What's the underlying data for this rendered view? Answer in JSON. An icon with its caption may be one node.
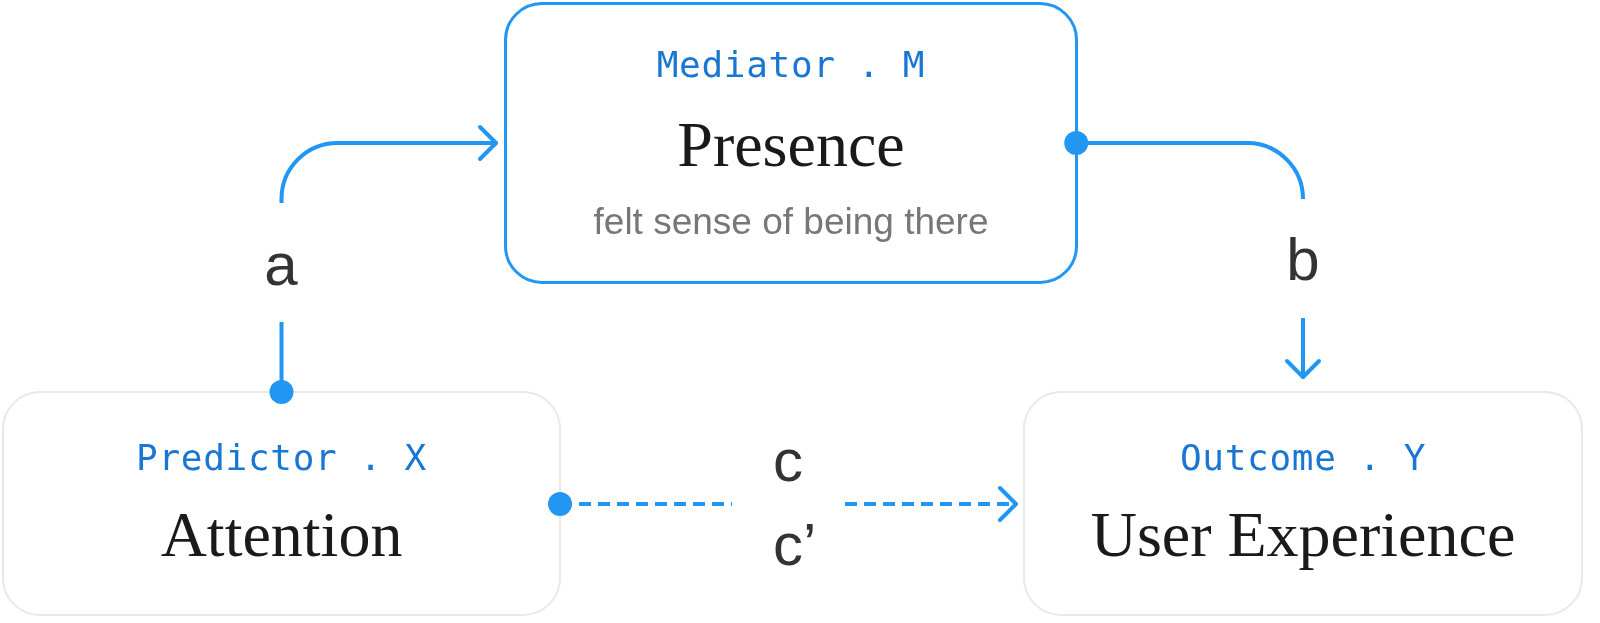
{
  "diagram": {
    "nodes": [
      {
        "text": [
          "Mediator . M",
          "Presence",
          "felt sense of being there"
        ]
      },
      {
        "text": [
          "Predictor . X",
          "Attention"
        ]
      },
      {
        "text": [
          "Outcome . Y",
          "User Experience"
        ]
      }
    ],
    "edges": [
      {
        "from": 1,
        "to": 0,
        "arrow": "to",
        "label": "a"
      },
      {
        "from": 0,
        "to": 2,
        "arrow": "to",
        "label": "b"
      },
      {
        "from": 1,
        "to": 2,
        "arrow": "to",
        "label": "c",
        "style": "dashed"
      }
    ],
    "labels": [
      "c’"
    ]
  }
}
